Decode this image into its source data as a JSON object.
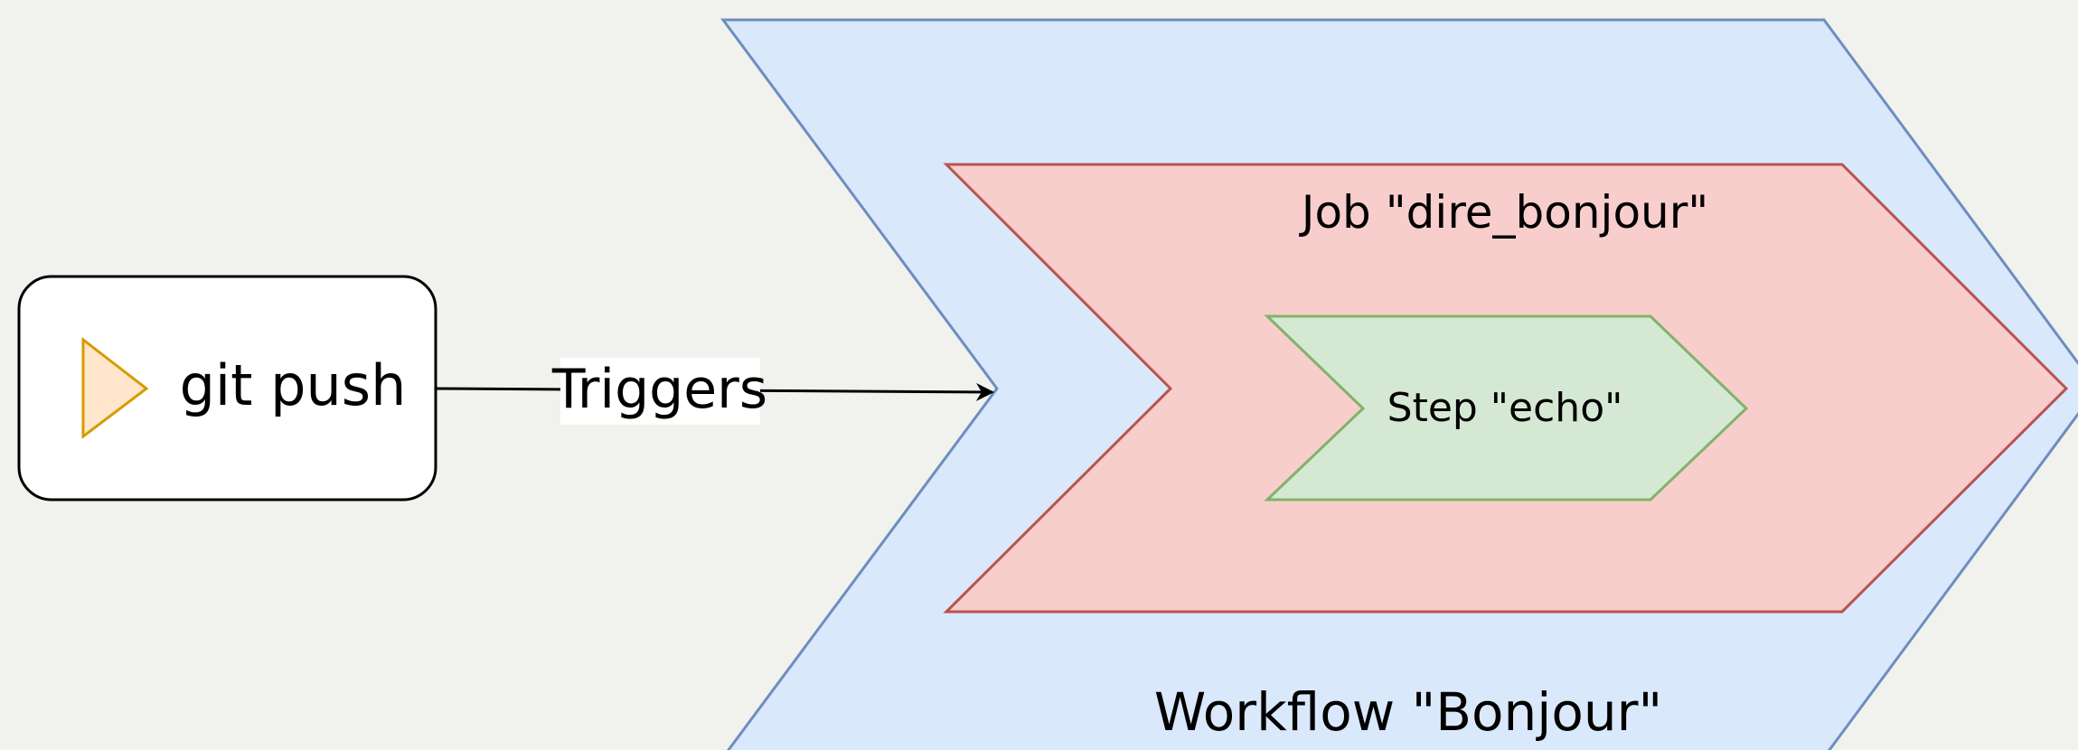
{
  "diagram": {
    "trigger": {
      "label": "git push",
      "icon": "play-triangle-icon",
      "icon_fill": "#ffe6cc",
      "icon_stroke": "#d79b00"
    },
    "edge": {
      "label": "Triggers"
    },
    "workflow": {
      "label": "Workflow \"Bonjour\"",
      "fill": "#dae8fc",
      "stroke": "#6c8ebf"
    },
    "job": {
      "label": "Job \"dire_bonjour\"",
      "fill": "#f8cecc",
      "stroke": "#b85450"
    },
    "step": {
      "label": "Step \"echo\"",
      "fill": "#d5e8d4",
      "stroke": "#82b366"
    }
  }
}
